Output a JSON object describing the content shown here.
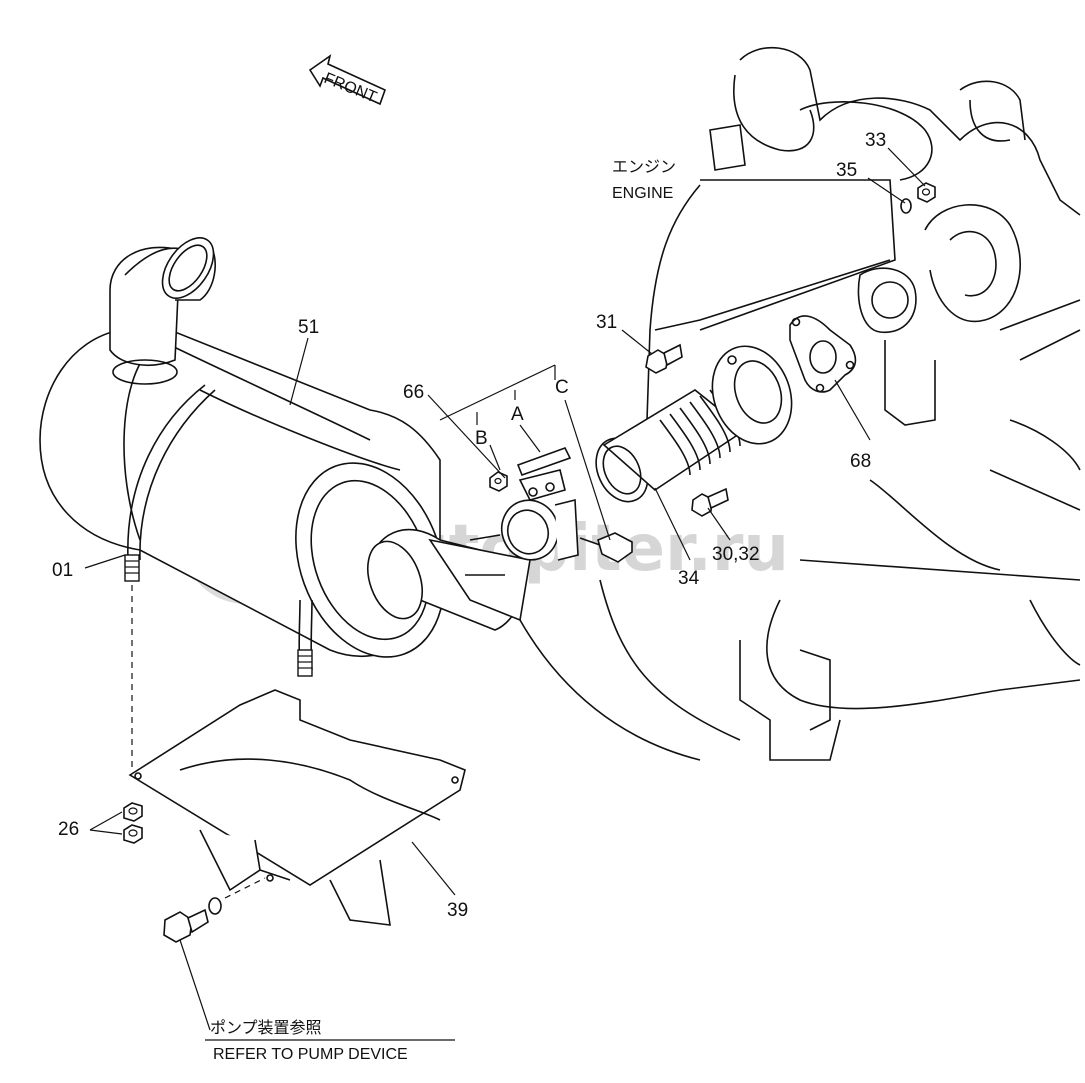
{
  "direction": {
    "front": "FRONT"
  },
  "engine": {
    "jp": "エンジン",
    "en": "ENGINE"
  },
  "refer": {
    "jp": "ポンプ装置参照",
    "en": "REFER TO PUMP DEVICE"
  },
  "parts": {
    "p51": "51",
    "p66": "66",
    "pA": "A",
    "pB": "B",
    "pC": "C",
    "p01": "01",
    "p26": "26",
    "p39": "39",
    "p31": "31",
    "p33": "33",
    "p35": "35",
    "p68": "68",
    "p34": "34",
    "p3032": "30,32"
  },
  "watermark": "autopiter.ru"
}
